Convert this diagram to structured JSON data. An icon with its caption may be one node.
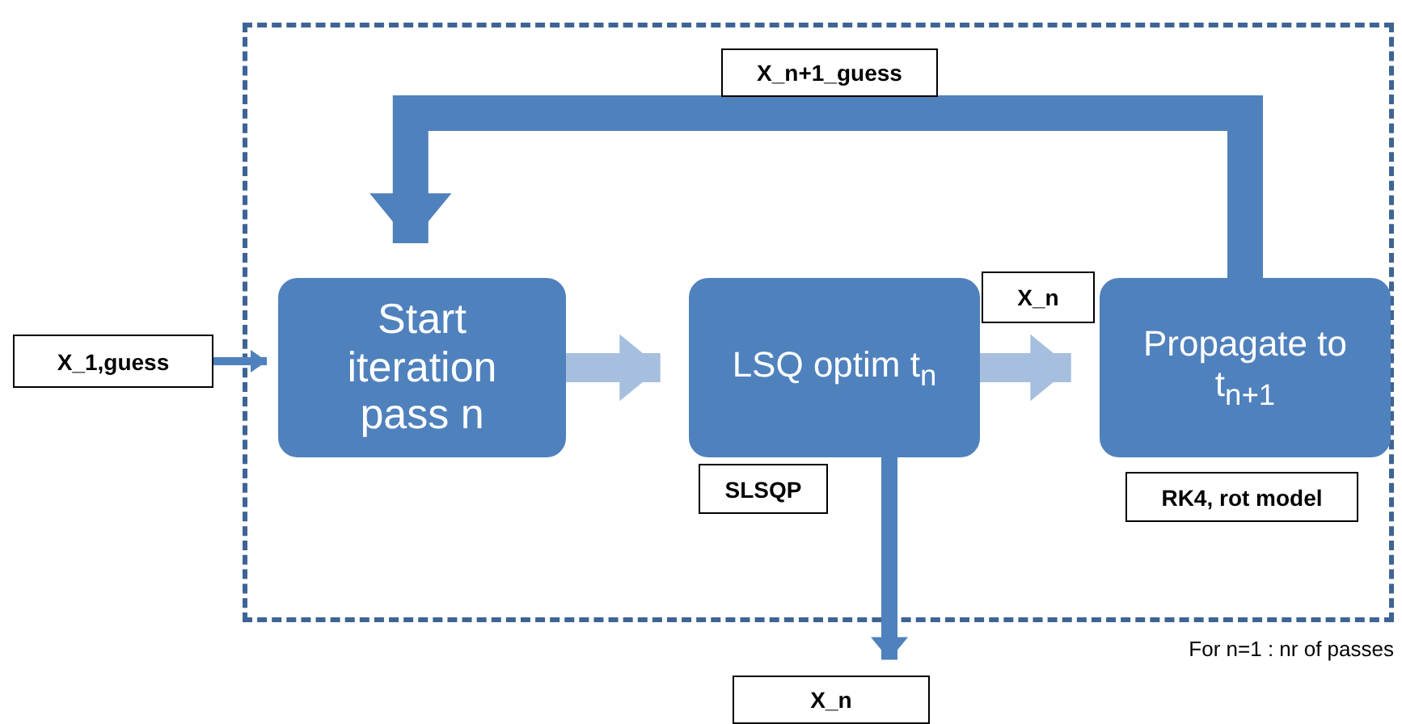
{
  "diagram": {
    "nodes": [
      {
        "text": [],
        "shape": "box",
        "beside": [
          "For n=1 : nr of passes"
        ]
      },
      {
        "text": [
          "X_1,guess"
        ]
      },
      {
        "text": [
          "X_n+1_guess"
        ],
        "in": 0
      },
      {
        "text": [
          "Start iteration pass n"
        ],
        "in": 0
      },
      {
        "text": [
          "LSQ optim t$_{n}$"
        ],
        "in": 0
      },
      {
        "text": [
          "Propagate to t$_{n+1}$"
        ],
        "in": 0
      },
      {
        "text": [
          "X_n"
        ],
        "in": 0
      },
      {
        "text": [
          "SLSQP"
        ],
        "in": 0
      },
      {
        "text": [
          "RK4, rot model"
        ],
        "in": 0
      },
      {
        "text": [
          "X_n"
        ]
      }
    ],
    "edges": [
      {
        "from": 1,
        "to": 3,
        "arrow": "to"
      },
      {
        "from": 3,
        "to": 4,
        "arrow": "to",
        "color": "#a7bfde"
      },
      {
        "from": 4,
        "to": 5,
        "arrow": "to",
        "color": "#a7bfde"
      },
      {
        "from": 5,
        "to": 3,
        "arrow": "to"
      },
      {
        "from": 4,
        "to": 9,
        "arrow": "to"
      }
    ]
  }
}
